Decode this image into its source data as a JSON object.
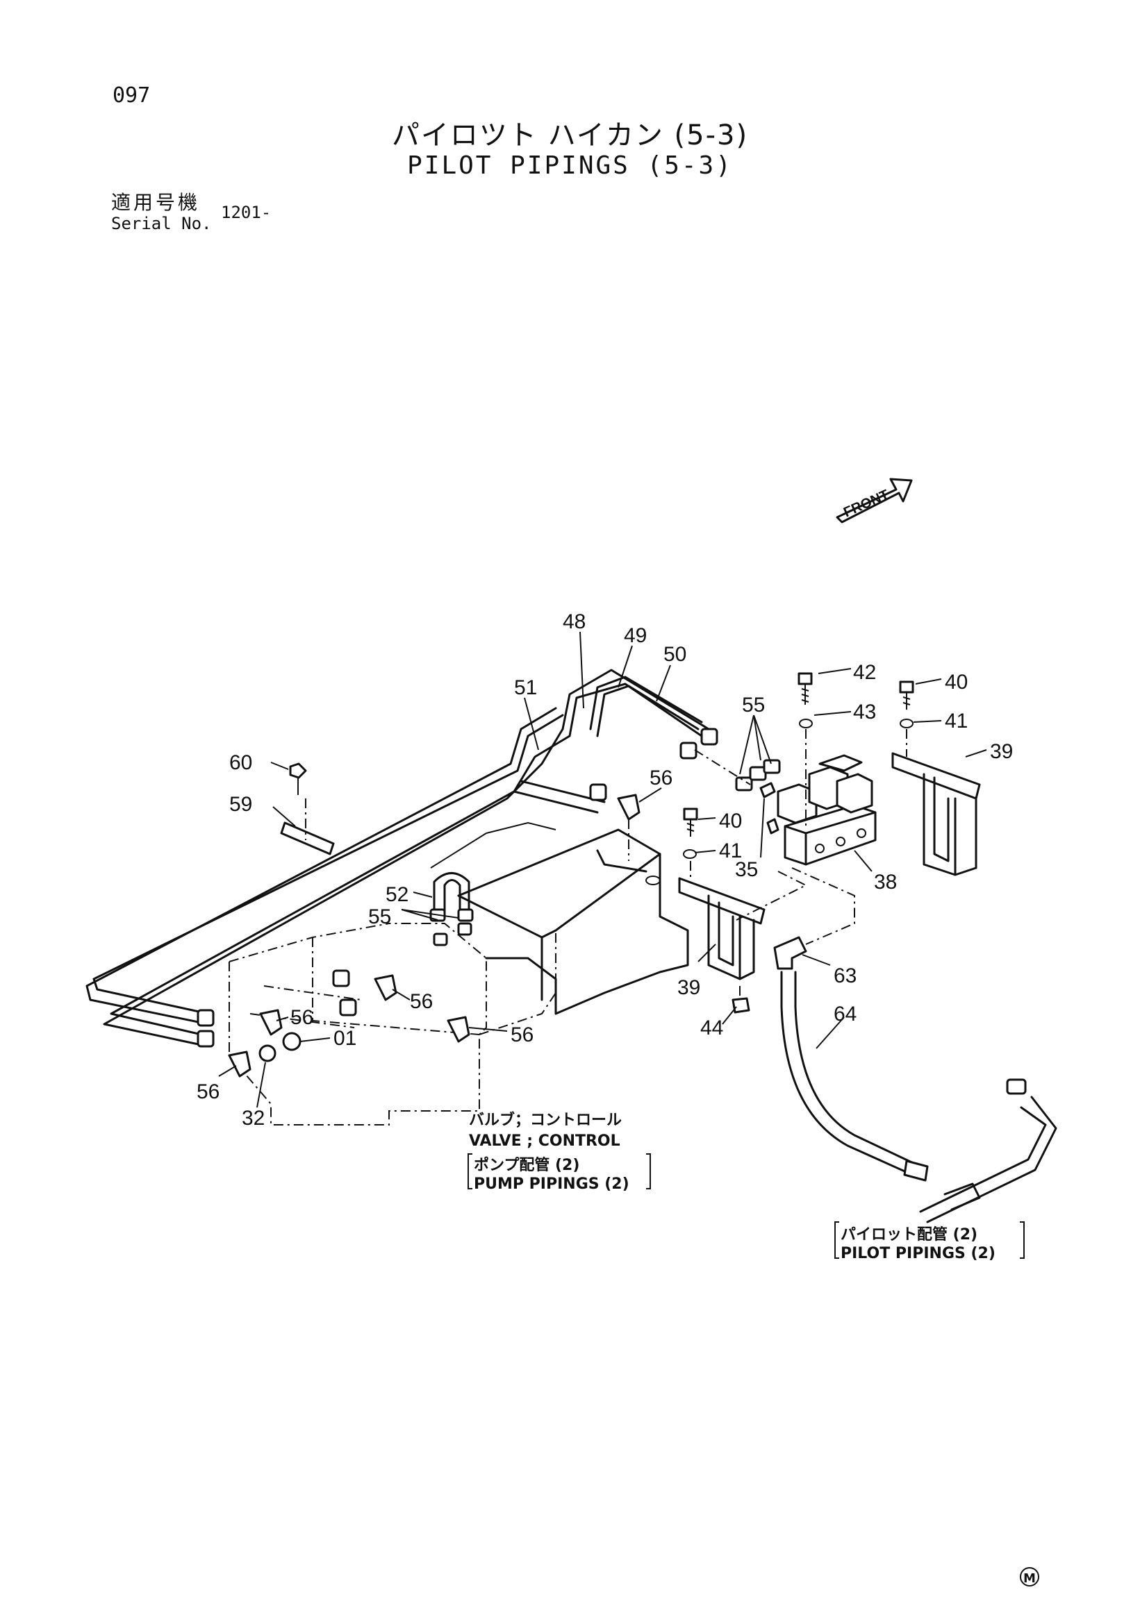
{
  "header": {
    "page_number": "097",
    "title_jp": "パイロツト ハイカン (5-3)",
    "title_en": "PILOT PIPINGS (5-3)",
    "serial_label_jp": "適用号機",
    "serial_label_en": "Serial No.",
    "serial_value": "1201-"
  },
  "front_label": "FRONT",
  "callouts": [
    "48",
    "49",
    "50",
    "51",
    "55",
    "42",
    "43",
    "40",
    "41",
    "39",
    "60",
    "56",
    "59",
    "40",
    "41",
    "35",
    "38",
    "52",
    "55",
    "56",
    "56",
    "63",
    "39",
    "64",
    "44",
    "56",
    "01",
    "56",
    "32"
  ],
  "notes": {
    "valve_jp": "バルブ；コントロール",
    "valve_en": "VALVE ; CONTROL",
    "pump_jp": "ポンプ配管 (2)",
    "pump_en": "PUMP PIPINGS (2)",
    "pilot_jp": "パイロット配管 (2)",
    "pilot_en": "PILOT PIPINGS (2)"
  },
  "footer_mark": "M"
}
